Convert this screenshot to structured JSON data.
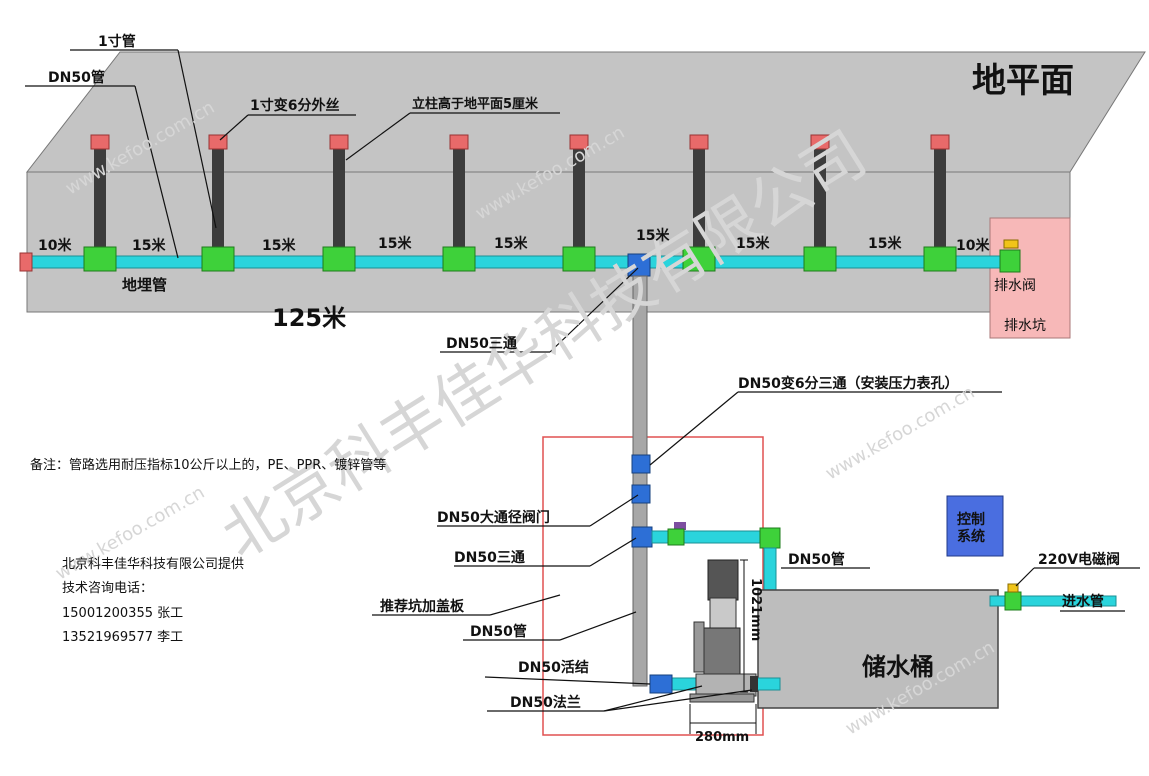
{
  "title": "地平面",
  "labels": {
    "pipe_1cun": "1寸管",
    "pipe_dn50_top": "DN50管",
    "reducer_1cun_6fen": "1寸变6分外丝",
    "post_height": "立柱高于地平面5厘米",
    "buried_pipe": "地埋管",
    "total_length": "125米",
    "drain_valve": "排水阀",
    "drain_pit": "排水坑",
    "dn50_tee_top": "DN50三通",
    "dn50_tee_gauge": "DN50变6分三通（安装压力表孔）",
    "dn50_gate_valve": "DN50大通径阀门",
    "dn50_tee_mid": "DN50三通",
    "pit_cover": "推荐坑加盖板",
    "dn50_pipe_pit": "DN50管",
    "dn50_union": "DN50活结",
    "dn50_flange": "DN50法兰",
    "dn50_pipe_tank": "DN50管",
    "pump_height": "1021mm",
    "pump_width": "280mm",
    "storage_tank": "储水桶",
    "control_system": "控制系统",
    "solenoid_valve": "220V电磁阀",
    "inlet_pipe": "进水管"
  },
  "spacings": [
    "10米",
    "15米",
    "15米",
    "15米",
    "15米",
    "15米",
    "15米",
    "15米",
    "10米"
  ],
  "note": "备注：管路选用耐压指标10公斤以上的，PE、PPR、镀锌管等",
  "contact": {
    "provider": "北京科丰佳华科技有限公司提供",
    "heading": "技术咨询电话：",
    "phone1": "15001200355 张工",
    "phone2": "13521969577 李工"
  },
  "watermark": {
    "company": "北京科丰佳华科技有限公司",
    "url": "www.kefoo.com.cn",
    "brand": "科丰佳华"
  },
  "colors": {
    "ground": "#c4c4c4",
    "pipe": "#2ad4dc",
    "fitting": "#3ed13a",
    "riser": "#3c3c3c",
    "tee": "#2d6fd6",
    "drain_pit": "#f7b8b8",
    "tank": "#bdbdbd",
    "control": "#4a6ee0",
    "pit_outline": "#e05050"
  }
}
